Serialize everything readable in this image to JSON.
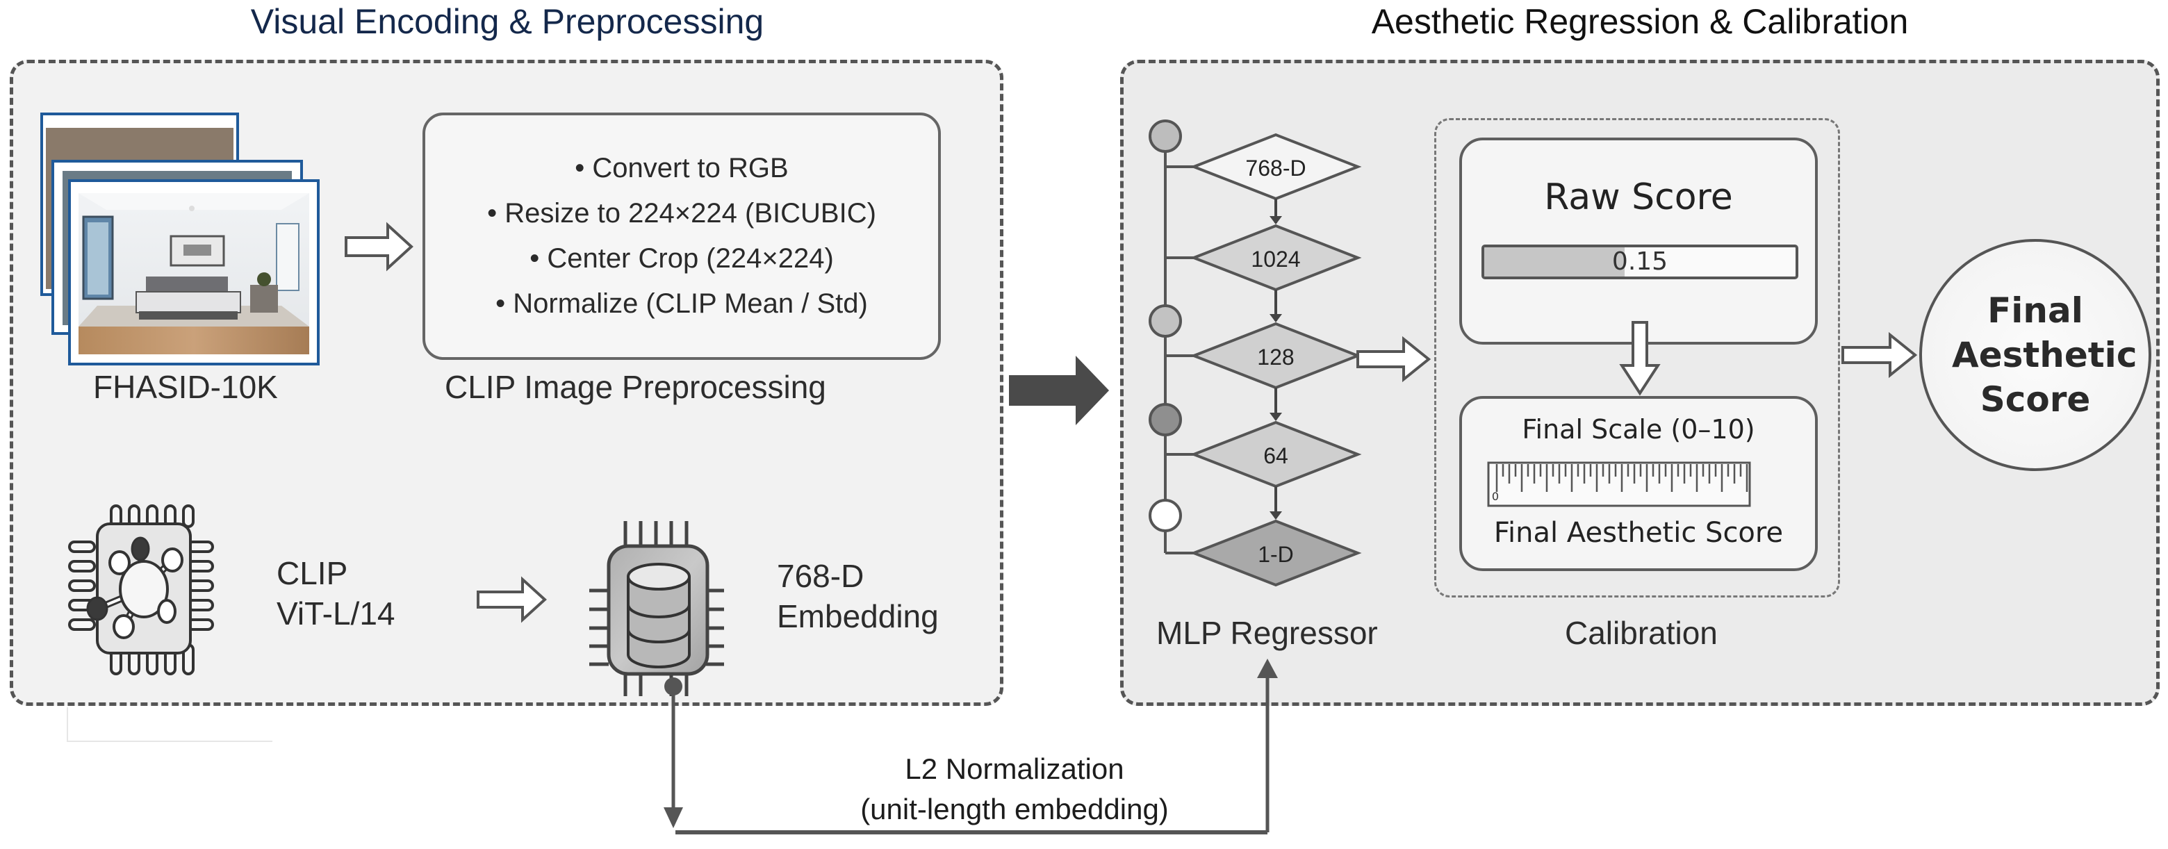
{
  "sections": {
    "left_title": "Visual Encoding & Preprocessing",
    "right_title": "Aesthetic Regression & Calibration"
  },
  "dataset": {
    "label": "FHASID-10K",
    "icon": "image-stack-icon"
  },
  "preprocessing": {
    "caption": "CLIP Image Preprocessing",
    "steps": [
      "• Convert to RGB",
      "• Resize to 224×224 (BICUBIC)",
      "• Center Crop (224×224)",
      "• Normalize (CLIP Mean / Std)"
    ]
  },
  "encoder": {
    "line1": "CLIP",
    "line2": "ViT-L/14",
    "icon": "chip-network-icon"
  },
  "embedding": {
    "line1": "768-D",
    "line2": "Embedding",
    "icon": "database-chip-icon"
  },
  "normalization": {
    "line1": "L2 Normalization",
    "line2": "(unit-length embedding)"
  },
  "mlp": {
    "caption": "MLP Regressor",
    "layers": [
      "768-D",
      "1024",
      "128",
      "64",
      "1-D"
    ],
    "layer_fills": [
      "#f4f4f4",
      "#d4d4d4",
      "#d0d0d0",
      "#cfcfcf",
      "#a9a9a9"
    ],
    "node_fills": [
      "#bdbdbd",
      "#c2c2c2",
      "#8f8f8f",
      "#ffffff"
    ]
  },
  "calibration": {
    "caption": "Calibration",
    "raw_score_title": "Raw Score",
    "raw_score_value": "0.15",
    "raw_score_bar_fraction": 0.45,
    "scale_title": "Final Scale (0–10)",
    "scale_min_label": "0",
    "scale_footer": "Final Aesthetic Score"
  },
  "output": {
    "line1": "Final",
    "line2": "Aesthetic",
    "line3": "Score"
  },
  "colors": {
    "title_left": "#14284b",
    "panel_left_bg": "#f2f2f2",
    "panel_right_bg": "#ebebeb",
    "arrow_dark": "#4a4a4a",
    "frame_blue": "#1f5a9a"
  }
}
